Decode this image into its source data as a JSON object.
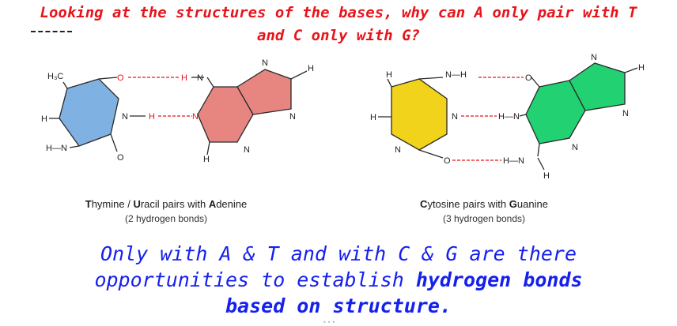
{
  "question": {
    "line1": "Looking at the structures of the bases, why can A only pair with T",
    "line2": "and C only with G?"
  },
  "left_pair": {
    "caption": {
      "part1": "T",
      "part2": "hymine / ",
      "part3": "U",
      "part4": "racil pairs with ",
      "part5": "A",
      "part6": "denine"
    },
    "subcaption": "(2 hydrogen bonds)",
    "atoms": {
      "methyl": "H₃C",
      "o_top": "O",
      "h_bond1": "H",
      "n_bond1": "N",
      "n_left_mid": "N",
      "h_left_mid": "H",
      "n_red_mid": "N",
      "h_left": "H",
      "hn_left": "H—N",
      "o_bottom": "O",
      "n_purine_top": "N",
      "h_purine_right": "H",
      "n_purine_right": "N",
      "n_purine_bottom": "N",
      "h_purine_bottom": "H"
    },
    "colors": {
      "pyrimidine": "#7fb1e3",
      "purine": "#e78581"
    }
  },
  "right_pair": {
    "caption": {
      "part1": "C",
      "part2": "ytosine pairs with ",
      "part3": "G",
      "part4": "uanine"
    },
    "subcaption": "(3 hydrogen bonds)",
    "atoms": {
      "h_top": "H",
      "n_top": "N—H",
      "o_right": "O",
      "h_left": "H",
      "n_mid": "N",
      "h_mid": "H—N",
      "n_bottom_left": "N",
      "o_bottom": "O",
      "h_bottom": "H—N",
      "h_nh2": "H",
      "n_purine_top": "N",
      "h_purine_right": "H",
      "n_purine_right": "N",
      "n_purine_bottom": "N"
    },
    "colors": {
      "pyrimidine": "#f2d31b",
      "purine": "#22d172"
    }
  },
  "answer": {
    "line1": "Only with A & T and with C & G are there",
    "line2_plain": "opportunities to establish ",
    "line2_bold": "hydrogen bonds",
    "line3": "based on structure."
  },
  "colors": {
    "question": "#e8141b",
    "answer": "#1520ee",
    "hbond": "#e8141b"
  }
}
